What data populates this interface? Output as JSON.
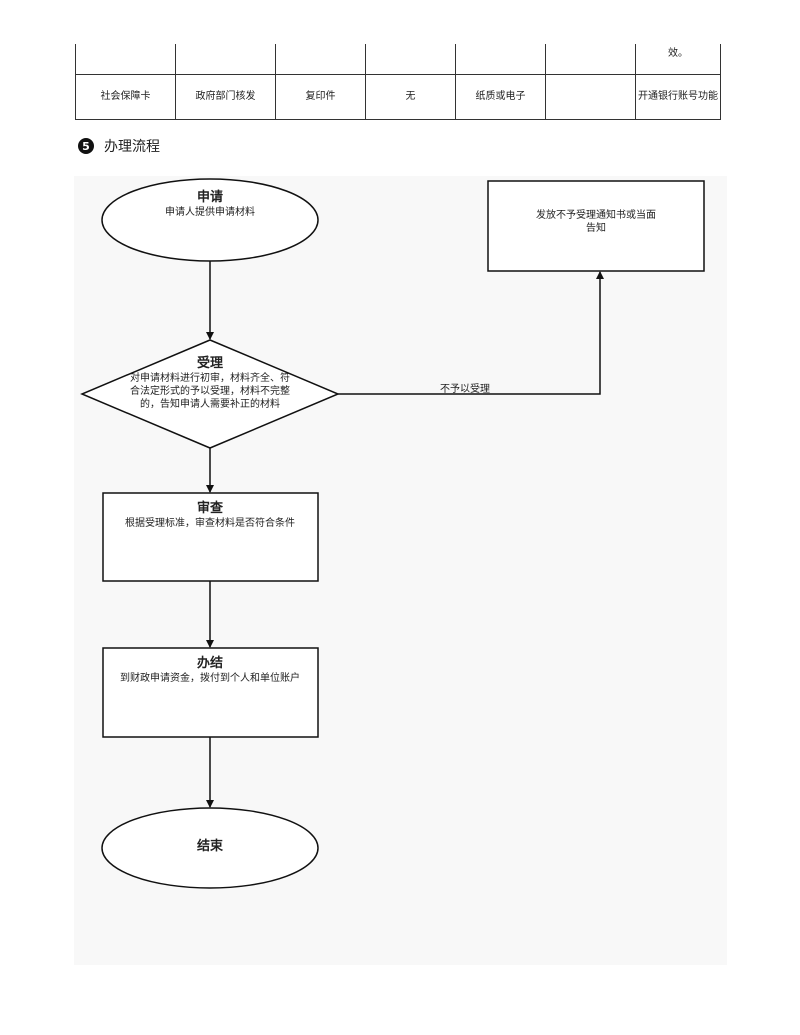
{
  "table": {
    "row1": [
      "",
      "",
      "",
      "",
      "",
      "",
      "效。"
    ],
    "row2": [
      "社会保障卡",
      "政府部门核发",
      "复印件",
      "无",
      "纸质或电子",
      "",
      "开通银行账号功能"
    ]
  },
  "section": {
    "number": "5",
    "title": "办理流程"
  },
  "flow": {
    "apply": {
      "title": "申请",
      "desc": "申请人提供申请材料"
    },
    "accept": {
      "title": "受理",
      "desc": "对申请材料进行初审，材料齐全、符合法定形式的予以受理，材料不完整的，告知申请人需要补正的材料"
    },
    "review": {
      "title": "审查",
      "desc": "根据受理标准，审查材料是否符合条件"
    },
    "finish": {
      "title": "办结",
      "desc": "到财政申请资金，拨付到个人和单位账户"
    },
    "end": {
      "title": "结束"
    },
    "reject": {
      "desc": "发放不予受理通知书或当面告知"
    },
    "reject_label": "不予以受理"
  }
}
